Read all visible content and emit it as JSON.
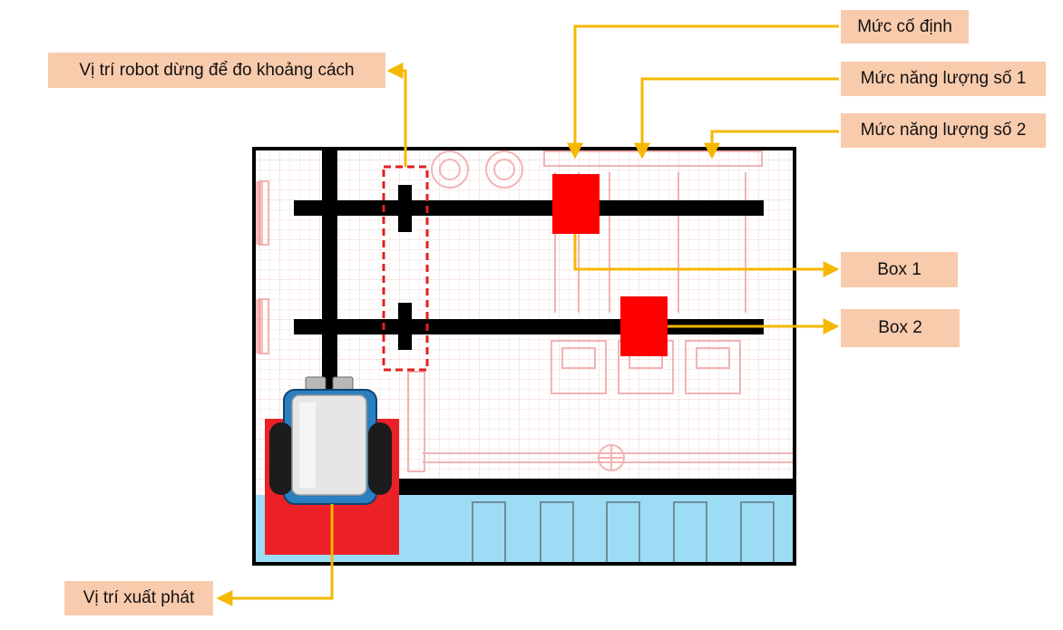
{
  "labels": {
    "measure_position": "Vị trí robot dừng để đo khoảng cách",
    "fixed_level": "Mức cố định",
    "energy_level_1": "Mức năng lượng số 1",
    "energy_level_2": "Mức năng lượng số 2",
    "box1": "Box 1",
    "box2": "Box 2",
    "start_position": "Vị trí xuất phát"
  },
  "colors": {
    "arrow": "#f5b800",
    "label_bg": "#f8cbad",
    "box": "#ff0000",
    "track": "#000000",
    "water": "#9ddcf5",
    "start_zone": "#ec2027",
    "grid": "#f2c4c4",
    "robot_body": "#2a7fc0"
  },
  "icons": [
    "robot-icon",
    "arrow-icon"
  ]
}
